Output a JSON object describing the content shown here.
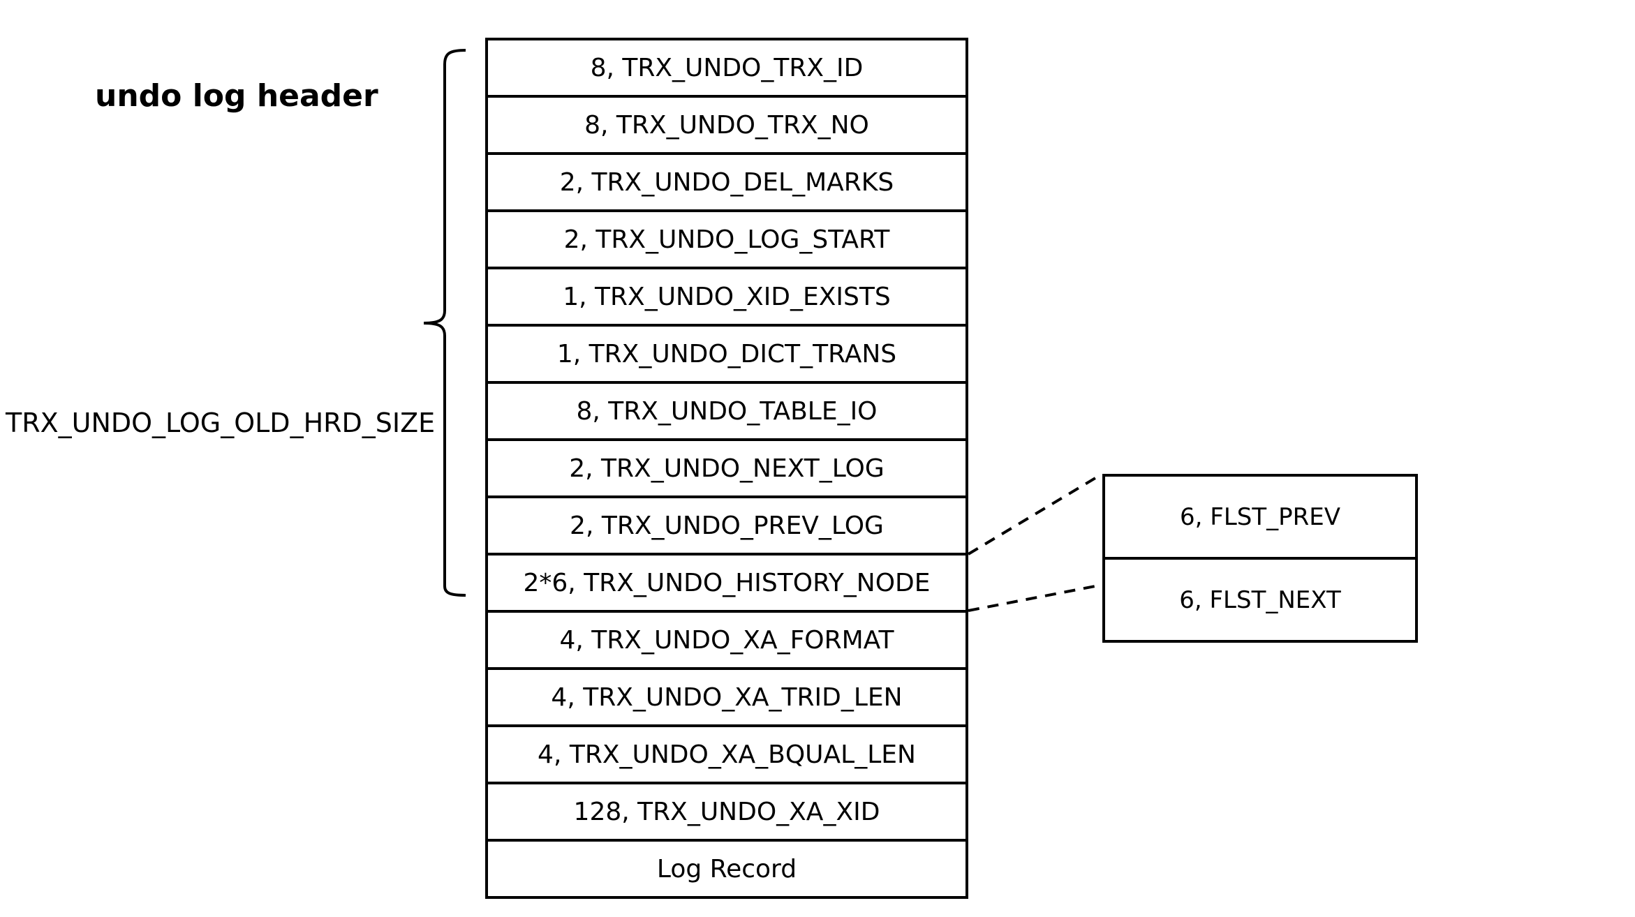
{
  "title": "undo log header",
  "brace_label": "TRX_UNDO_LOG_OLD_HRD_SIZE",
  "fields": [
    {
      "size": "8",
      "name": "TRX_UNDO_TRX_ID",
      "label": "8,  TRX_UNDO_TRX_ID"
    },
    {
      "size": "8",
      "name": "TRX_UNDO_TRX_NO",
      "label": "8,  TRX_UNDO_TRX_NO"
    },
    {
      "size": "2",
      "name": "TRX_UNDO_DEL_MARKS",
      "label": "2,  TRX_UNDO_DEL_MARKS"
    },
    {
      "size": "2",
      "name": "TRX_UNDO_LOG_START",
      "label": "2,  TRX_UNDO_LOG_START"
    },
    {
      "size": "1",
      "name": "TRX_UNDO_XID_EXISTS",
      "label": "1,  TRX_UNDO_XID_EXISTS"
    },
    {
      "size": "1",
      "name": "TRX_UNDO_DICT_TRANS",
      "label": "1,  TRX_UNDO_DICT_TRANS"
    },
    {
      "size": "8",
      "name": "TRX_UNDO_TABLE_IO",
      "label": "8,  TRX_UNDO_TABLE_IO"
    },
    {
      "size": "2",
      "name": "TRX_UNDO_NEXT_LOG",
      "label": "2,  TRX_UNDO_NEXT_LOG"
    },
    {
      "size": "2",
      "name": "TRX_UNDO_PREV_LOG",
      "label": "2,  TRX_UNDO_PREV_LOG"
    },
    {
      "size": "2*6",
      "name": "TRX_UNDO_HISTORY_NODE",
      "label": "2*6,  TRX_UNDO_HISTORY_NODE"
    },
    {
      "size": "4",
      "name": "TRX_UNDO_XA_FORMAT",
      "label": "4,  TRX_UNDO_XA_FORMAT"
    },
    {
      "size": "4",
      "name": "TRX_UNDO_XA_TRID_LEN",
      "label": "4,  TRX_UNDO_XA_TRID_LEN"
    },
    {
      "size": "4",
      "name": "TRX_UNDO_XA_BQUAL_LEN",
      "label": "4,  TRX_UNDO_XA_BQUAL_LEN"
    },
    {
      "size": "128",
      "name": "TRX_UNDO_XA_XID",
      "label": "128,  TRX_UNDO_XA_XID"
    },
    {
      "size": "",
      "name": "Log Record",
      "label": "Log Record"
    }
  ],
  "history_node_detail": [
    {
      "size": "6",
      "name": "FLST_PREV",
      "label": "6,  FLST_PREV"
    },
    {
      "size": "6",
      "name": "FLST_NEXT",
      "label": "6,  FLST_NEXT"
    }
  ]
}
